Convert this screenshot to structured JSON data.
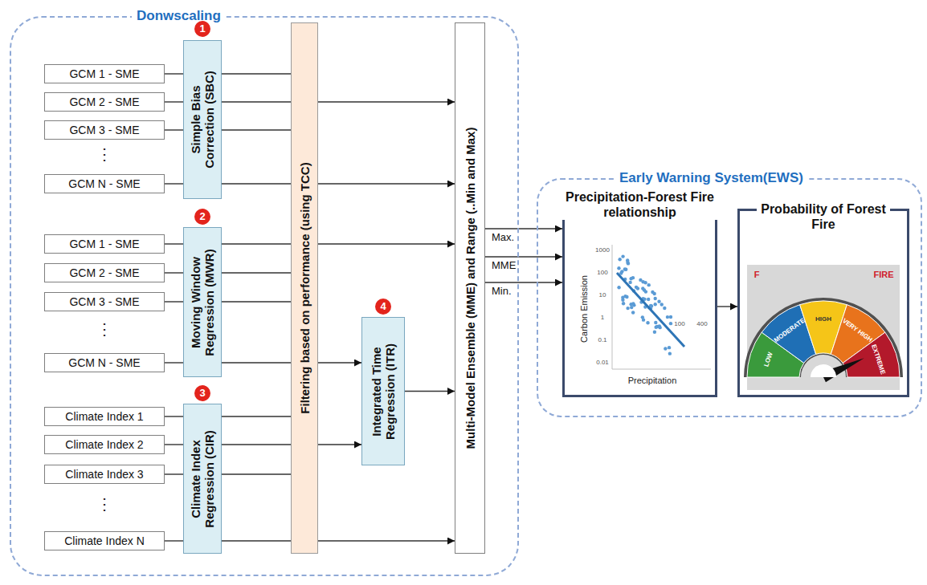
{
  "diagram": {
    "nodes": [
      {
        "text": [
          "Donwscaling"
        ]
      },
      {
        "text": [
          "GCM 1 - SME"
        ],
        "in": 0
      },
      {
        "text": [
          "GCM 2 - SME"
        ],
        "in": 0
      },
      {
        "text": [
          "GCM 3 - SME"
        ],
        "in": 0
      },
      {
        "text": [
          "GCM N - SME"
        ],
        "in": 0
      },
      {
        "text": [
          "Simple Bias Correction (SBC)"
        ],
        "in": 0
      },
      {
        "text": [
          "GCM 1 - SME"
        ],
        "in": 0
      },
      {
        "text": [
          "GCM 2 - SME"
        ],
        "in": 0
      },
      {
        "text": [
          "GCM 3 - SME"
        ],
        "in": 0
      },
      {
        "text": [
          "GCM N - SME"
        ],
        "in": 0
      },
      {
        "text": [
          "Moving Window Regression (MWR)"
        ],
        "in": 0
      },
      {
        "text": [
          "Climate Index 1"
        ],
        "in": 0
      },
      {
        "text": [
          "Climate Index 2"
        ],
        "in": 0
      },
      {
        "text": [
          "Climate Index 3"
        ],
        "in": 0
      },
      {
        "text": [
          "Climate Index N"
        ],
        "in": 0
      },
      {
        "text": [
          "Climate Index Regression (CIR)"
        ],
        "in": 0
      },
      {
        "text": [
          "Filtering based on performance (using TCC)"
        ],
        "in": 0
      },
      {
        "text": [
          "Integrated Time Regression (ITR)"
        ],
        "in": 0
      },
      {
        "text": [
          "Multi-Model Ensemble (MME) and Range (..Min and Max)"
        ],
        "in": 0
      },
      {
        "text": [
          "Early Warning System(EWS)"
        ]
      },
      {
        "text": [
          "Precipitation-Forest Fire relationship"
        ],
        "in": 19
      },
      {
        "text": [
          "Probability of Forest Fire"
        ],
        "in": 19
      }
    ],
    "edges": [
      {
        "from": 1,
        "to": 5,
        "arrow": "none"
      },
      {
        "from": 5,
        "to": 16,
        "arrow": "none"
      },
      {
        "from": 2,
        "to": 5,
        "arrow": "none"
      },
      {
        "from": 5,
        "to": 16,
        "arrow": "none"
      },
      {
        "from": 16,
        "to": 18,
        "arrow": "to"
      },
      {
        "from": 3,
        "to": 5,
        "arrow": "none"
      },
      {
        "from": 5,
        "to": 16,
        "arrow": "none"
      },
      {
        "from": 4,
        "to": 5,
        "arrow": "none"
      },
      {
        "from": 5,
        "to": 16,
        "arrow": "none"
      },
      {
        "from": 16,
        "to": 18,
        "arrow": "to"
      },
      {
        "from": 6,
        "to": 10,
        "arrow": "none"
      },
      {
        "from": 10,
        "to": 16,
        "arrow": "none"
      },
      {
        "from": 16,
        "to": 18,
        "arrow": "to"
      },
      {
        "from": 7,
        "to": 10,
        "arrow": "none"
      },
      {
        "from": 10,
        "to": 16,
        "arrow": "none"
      },
      {
        "from": 8,
        "to": 10,
        "arrow": "none"
      },
      {
        "from": 10,
        "to": 16,
        "arrow": "none"
      },
      {
        "from": 9,
        "to": 10,
        "arrow": "none"
      },
      {
        "from": 10,
        "to": 16,
        "arrow": "none"
      },
      {
        "from": 16,
        "to": 17,
        "arrow": "to"
      },
      {
        "from": 11,
        "to": 15,
        "arrow": "none"
      },
      {
        "from": 15,
        "to": 16,
        "arrow": "none"
      },
      {
        "from": 12,
        "to": 15,
        "arrow": "none"
      },
      {
        "from": 15,
        "to": 16,
        "arrow": "none"
      },
      {
        "from": 16,
        "to": 17,
        "arrow": "to"
      },
      {
        "from": 13,
        "to": 15,
        "arrow": "none"
      },
      {
        "from": 15,
        "to": 16,
        "arrow": "none"
      },
      {
        "from": 14,
        "to": 15,
        "arrow": "none"
      },
      {
        "from": 15,
        "to": 16,
        "arrow": "none"
      },
      {
        "from": 16,
        "to": 18,
        "arrow": "to"
      },
      {
        "from": 17,
        "to": 18,
        "arrow": "to"
      },
      {
        "from": 18,
        "to": 20,
        "label": "Max.",
        "arrow": "to"
      },
      {
        "from": 18,
        "to": 20,
        "label": "MME",
        "arrow": "to"
      },
      {
        "from": 18,
        "to": 20,
        "label": "Min.",
        "arrow": "to"
      },
      {
        "from": 20,
        "to": 21,
        "arrow": "to"
      }
    ],
    "labels": [
      "1",
      "2",
      "3",
      "4",
      "⋮",
      "⋮",
      "⋮",
      "Carbon Emission",
      "Precipitation",
      "1000",
      "100",
      "10",
      "1",
      "0.1",
      "0.01",
      "100",
      "400",
      "LOW",
      "MODERATE",
      "HIGH",
      "VERY HIGH",
      "EXTREME",
      "F",
      "FIRE"
    ]
  }
}
